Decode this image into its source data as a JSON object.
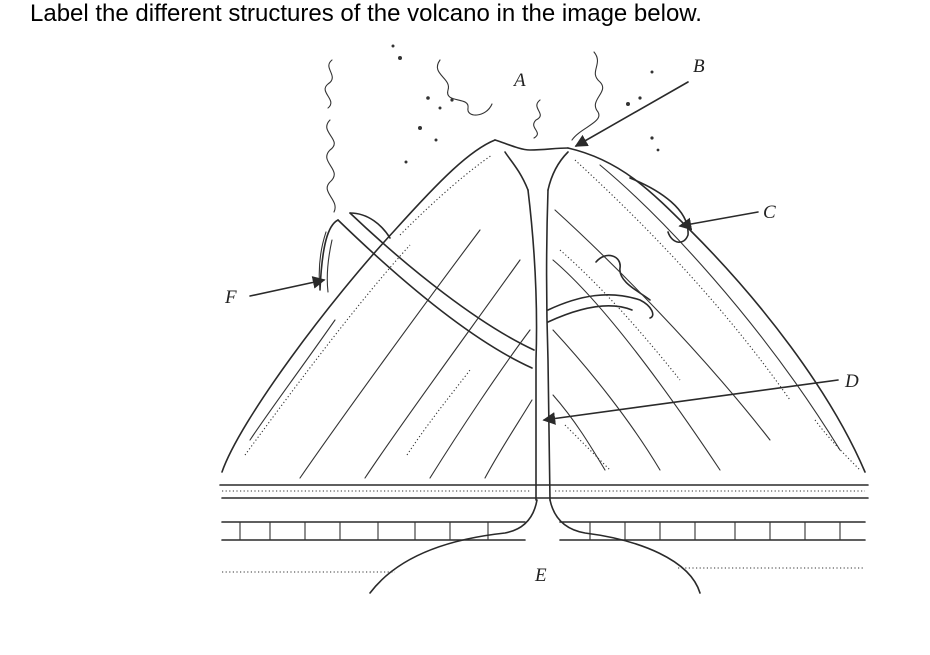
{
  "question": {
    "text": "Label the different structures of the volcano in the image below."
  },
  "diagram": {
    "labels": {
      "a": "A",
      "b": "B",
      "c": "C",
      "d": "D",
      "e": "E",
      "f": "F"
    }
  }
}
